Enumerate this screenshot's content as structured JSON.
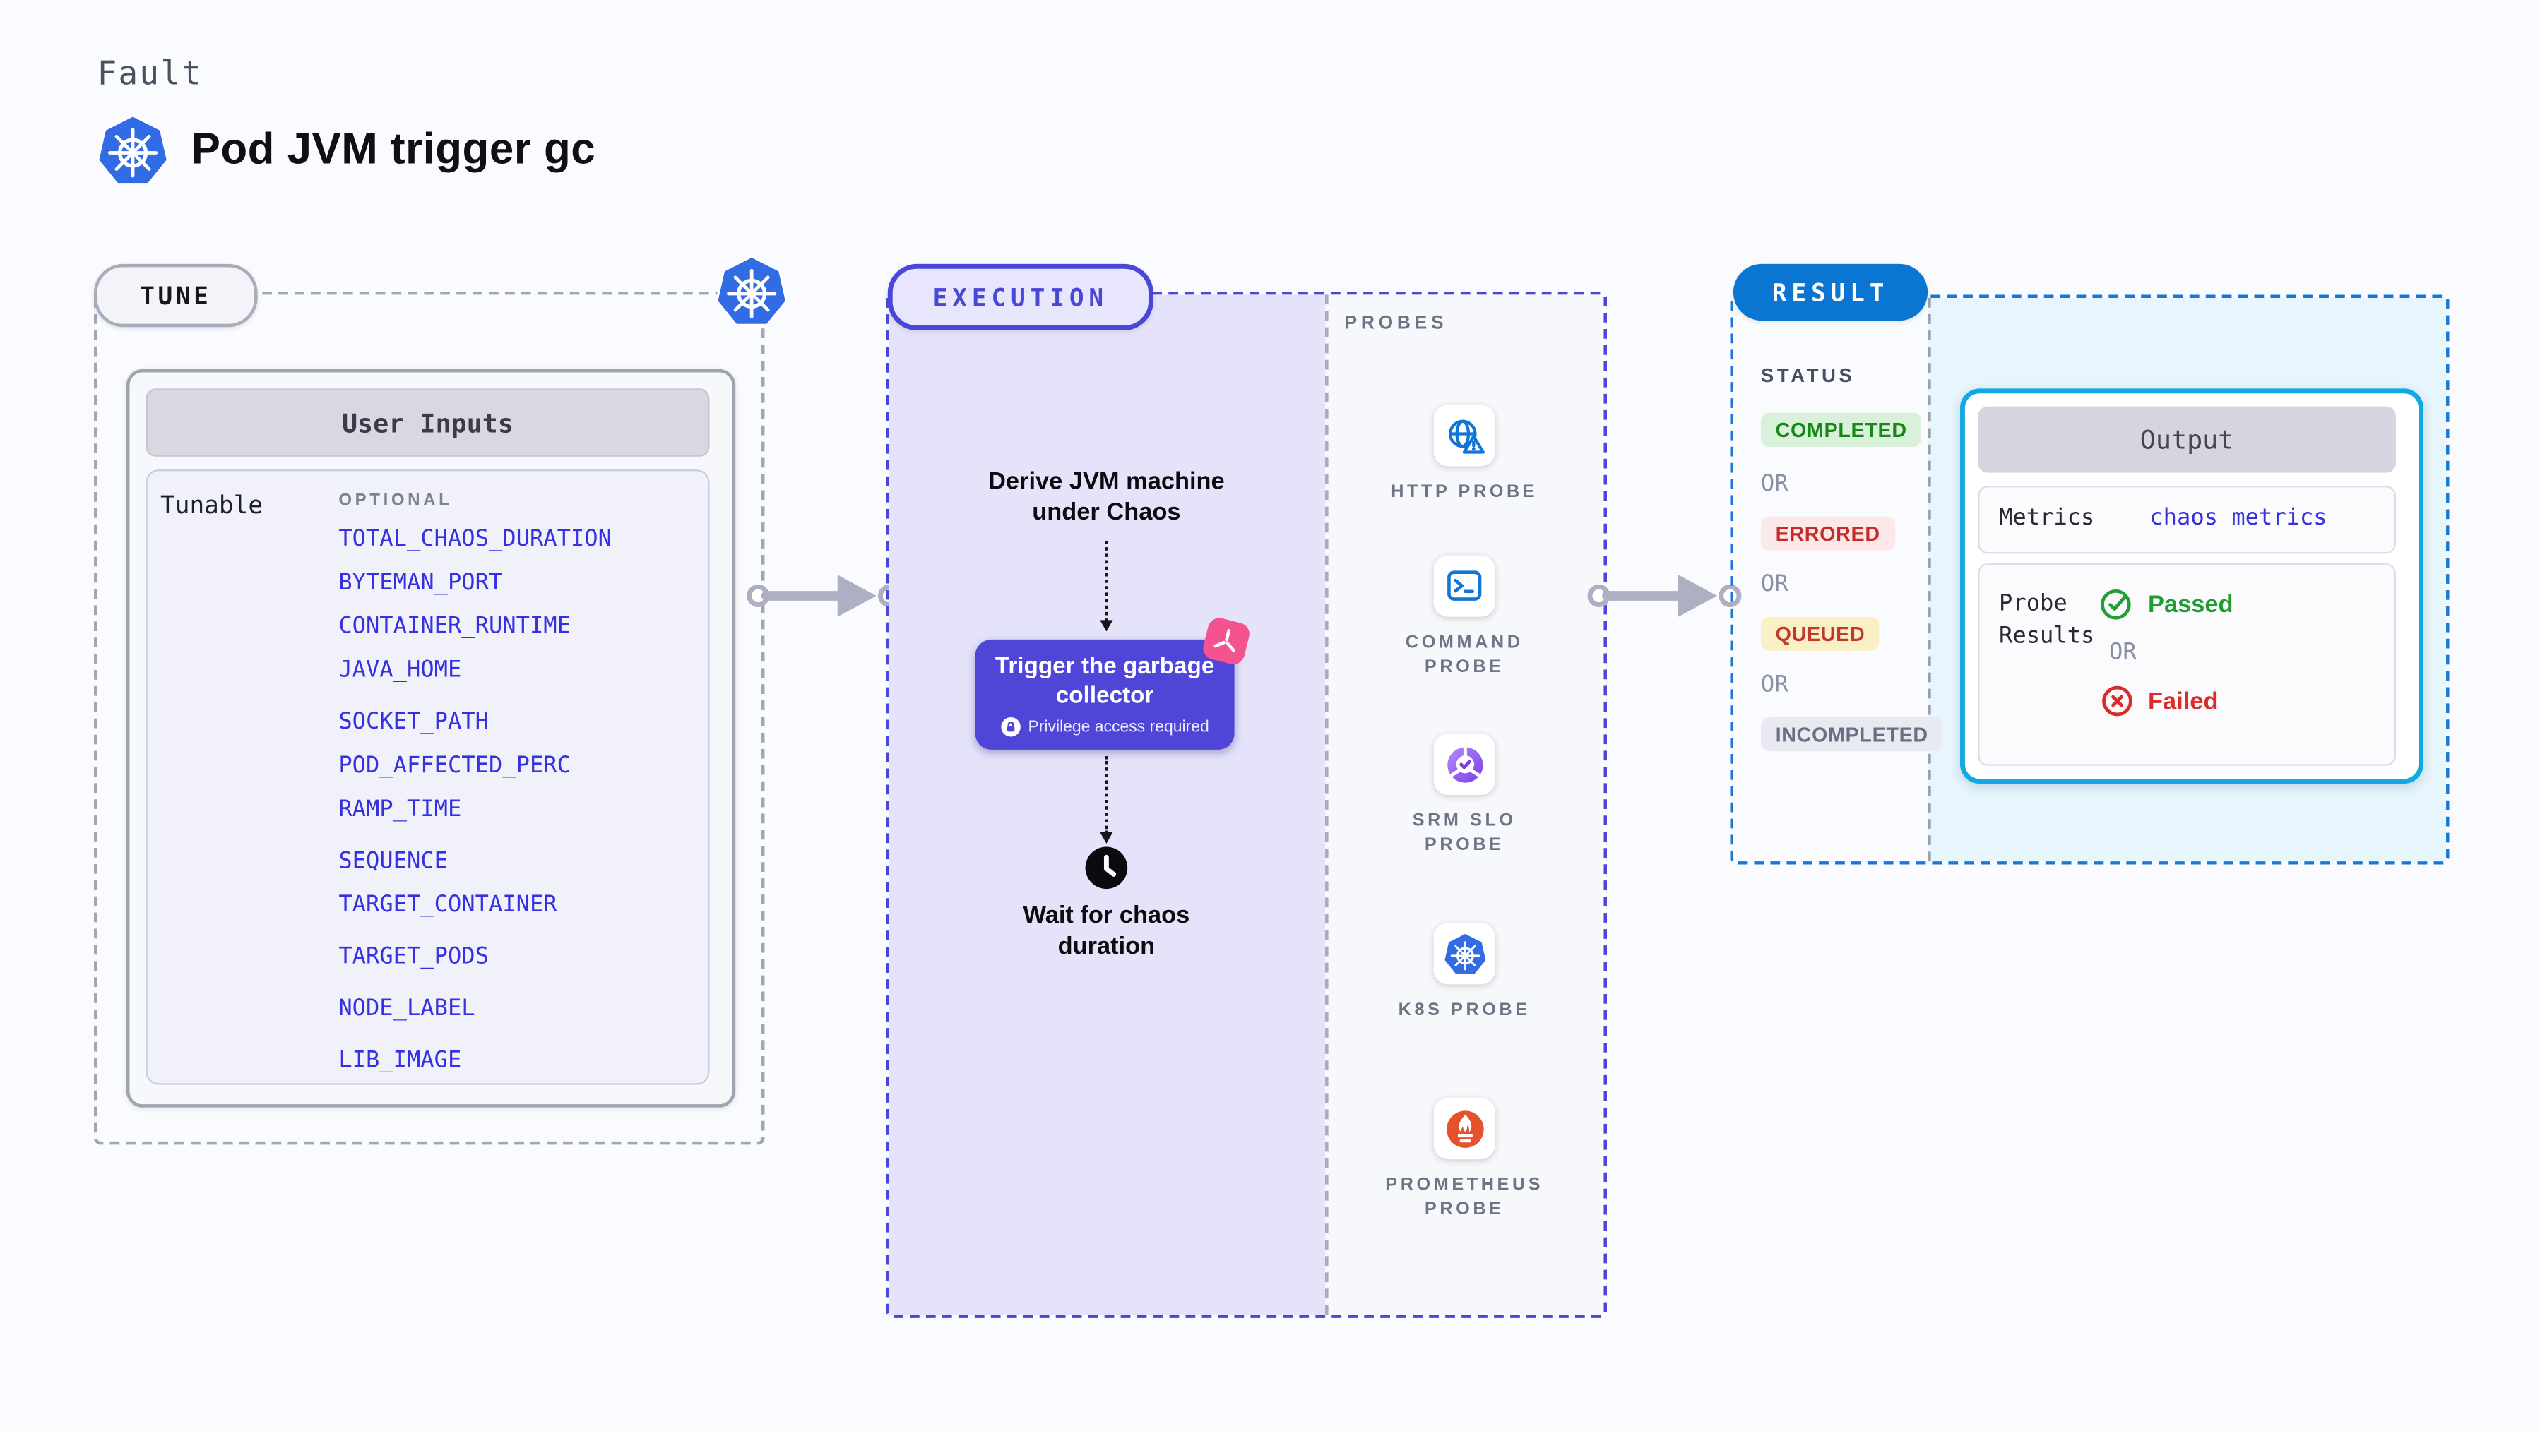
{
  "header": {
    "eyebrow": "Fault",
    "title": "Pod JVM trigger gc",
    "icon": "kubernetes-icon"
  },
  "tune": {
    "badge": "TUNE",
    "corner_icon": "kubernetes-icon",
    "user_inputs": {
      "title": "User Inputs",
      "group_label": "Tunable",
      "optional_label": "OPTIONAL",
      "params": [
        "TOTAL_CHAOS_DURATION",
        "BYTEMAN_PORT",
        "CONTAINER_RUNTIME",
        "JAVA_HOME",
        "SOCKET_PATH",
        "POD_AFFECTED_PERC",
        "RAMP_TIME",
        "SEQUENCE",
        "TARGET_CONTAINER",
        "TARGET_PODS",
        "NODE_LABEL",
        "LIB_IMAGE"
      ]
    }
  },
  "execution": {
    "badge": "EXECUTION",
    "derive_label": "Derive JVM machine under Chaos",
    "action": {
      "title": "Trigger the garbage collector",
      "note": "Privilege access required",
      "note_icon": "lock-icon",
      "corner_icon": "chaos-icon"
    },
    "wait_label": "Wait for chaos duration",
    "wait_icon": "clock-icon"
  },
  "probes": {
    "title": "PROBES",
    "items": [
      {
        "label": "HTTP PROBE",
        "icon": "globe-alert-icon"
      },
      {
        "label": "COMMAND PROBE",
        "icon": "terminal-icon"
      },
      {
        "label": "SRM SLO PROBE",
        "icon": "slo-gauge-icon"
      },
      {
        "label": "K8S PROBE",
        "icon": "kubernetes-icon"
      },
      {
        "label": "PROMETHEUS PROBE",
        "icon": "prometheus-icon"
      }
    ]
  },
  "result": {
    "badge": "RESULT",
    "status_title": "STATUS",
    "or_label": "OR",
    "statuses": [
      {
        "label": "COMPLETED",
        "text_color": "#178717",
        "bg_color": "#D9F1DA"
      },
      {
        "label": "ERRORED",
        "text_color": "#C72A2A",
        "bg_color": "#FBE9E9"
      },
      {
        "label": "QUEUED",
        "text_color": "#C2382C",
        "bg_color": "#FAF0C5"
      },
      {
        "label": "INCOMPLETED",
        "text_color": "#696F83",
        "bg_color": "#E9EAF1"
      }
    ],
    "output": {
      "title": "Output",
      "metrics_label": "Metrics",
      "metrics_value": "chaos metrics",
      "probe_results_label": "Probe Results",
      "passed": {
        "label": "Passed",
        "icon": "check-circle-icon",
        "color": "#1F9D2F"
      },
      "or_label": "OR",
      "failed": {
        "label": "Failed",
        "icon": "x-circle-icon",
        "color": "#DB2B2B"
      }
    }
  },
  "colors": {
    "page_bg": "#FAFBFE",
    "execution_accent": "#4A46D8",
    "execution_fill": "#E4E3FA",
    "tune_border": "#A2A6B3",
    "result_accent": "#0B76D2",
    "result_fill": "#E7F5FC",
    "output_border": "#12A9E2",
    "param_blue": "#3531E2",
    "kubernetes_blue": "#326CE5",
    "prometheus_orange": "#E6522C",
    "chaos_pink": "#F4538F",
    "arrow_gray": "#AFAFC3"
  }
}
